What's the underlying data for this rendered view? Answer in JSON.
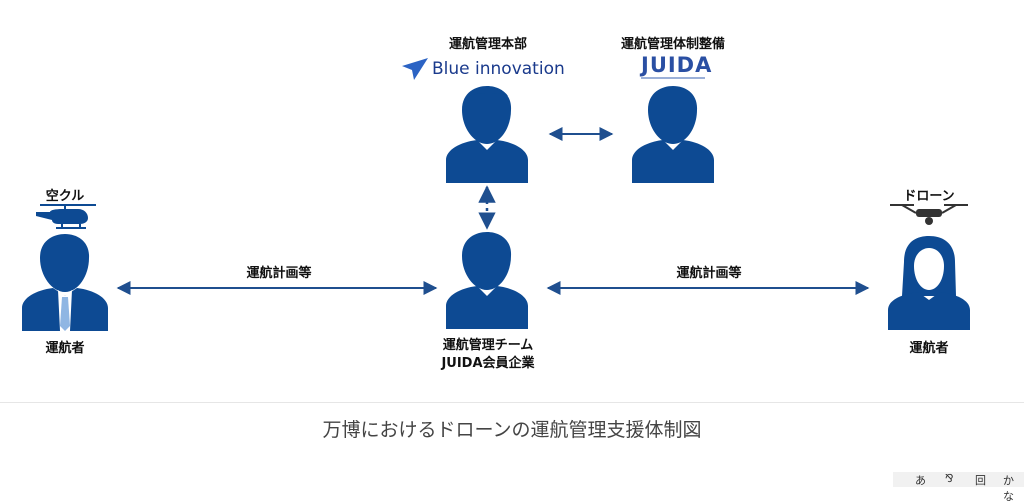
{
  "nodes": {
    "hq": {
      "title": "運航管理本部",
      "logo_text": "Blue innovation"
    },
    "juida": {
      "title": "運航管理体制整備",
      "logo_text": "JUIDA"
    },
    "left": {
      "top_label": "空クル",
      "bottom_label": "運航者"
    },
    "center": {
      "label_line1": "運航管理チーム",
      "label_line2": "JUIDA会員企業"
    },
    "right": {
      "top_label": "ドローン",
      "bottom_label": "運航者"
    }
  },
  "edges": {
    "left_label": "運航計画等",
    "right_label": "運航計画等"
  },
  "caption": "万博におけるドローンの運航管理支援体制図",
  "taskbar": {
    "item1": "あ",
    "item2": "⅋",
    "item3": "回",
    "item4": "かな"
  },
  "colors": {
    "accent": "#0d4a93",
    "arrow": "#1f4f8f",
    "text": "#111111"
  }
}
